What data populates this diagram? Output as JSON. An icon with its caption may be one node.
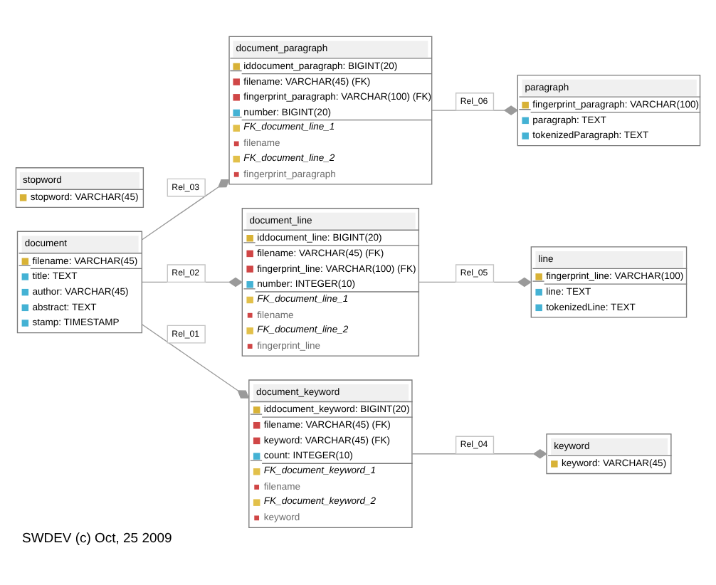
{
  "diagram": {
    "caption": "SWDEV (c) Oct, 25 2009",
    "nodes": [
      {
        "text": [
          "document",
          "filename: VARCHAR(45)",
          "title: TEXT",
          "author: VARCHAR(45)",
          "abstract: TEXT",
          "stamp: TIMESTAMP"
        ]
      },
      {
        "text": [
          "document_paragraph",
          "iddocument_paragraph: BIGINT(20)",
          "filename: VARCHAR(45) (FK)",
          "fingerprint_paragraph: VARCHAR(100) (FK)",
          "number: BIGINT(20)",
          "FK_document_line_1",
          "filename",
          "FK_document_line_2",
          "fingerprint_paragraph"
        ]
      },
      {
        "text": [
          "paragraph",
          "fingerprint_paragraph: VARCHAR(100)",
          "paragraph: TEXT",
          "tokenizedParagraph: TEXT"
        ]
      },
      {
        "text": [
          "document_line",
          "iddocument_line: BIGINT(20)",
          "filename: VARCHAR(45) (FK)",
          "fingerprint_line: VARCHAR(100) (FK)",
          "number: INTEGER(10)",
          "FK_document_line_1",
          "filename",
          "FK_document_line_2",
          "fingerprint_line"
        ]
      },
      {
        "text": [
          "line",
          "fingerprint_line: VARCHAR(100)",
          "line: TEXT",
          "tokenizedLine: TEXT"
        ]
      },
      {
        "text": [
          "document_keyword",
          "iddocument_keyword: BIGINT(20)",
          "filename: VARCHAR(45) (FK)",
          "keyword: VARCHAR(45) (FK)",
          "count: INTEGER(10)",
          "FK_document_keyword_1",
          "filename",
          "FK_document_keyword_2",
          "keyword"
        ]
      },
      {
        "text": [
          "keyword",
          "keyword: VARCHAR(45)"
        ]
      },
      {
        "text": [
          "stopword",
          "stopword: VARCHAR(45)"
        ]
      }
    ],
    "edges": [
      {
        "from": 0,
        "to": 5,
        "arrow": "other",
        "label": "Rel_01"
      },
      {
        "from": 0,
        "to": 3,
        "arrow": "other",
        "label": "Rel_02"
      },
      {
        "from": 0,
        "to": 1,
        "arrow": "other",
        "label": "Rel_03"
      },
      {
        "from": 5,
        "to": 6,
        "arrow": "other",
        "label": "Rel_04"
      },
      {
        "from": 3,
        "to": 4,
        "arrow": "other",
        "label": "Rel_05"
      },
      {
        "from": 1,
        "to": 2,
        "arrow": "other",
        "label": "Rel_06"
      }
    ]
  }
}
